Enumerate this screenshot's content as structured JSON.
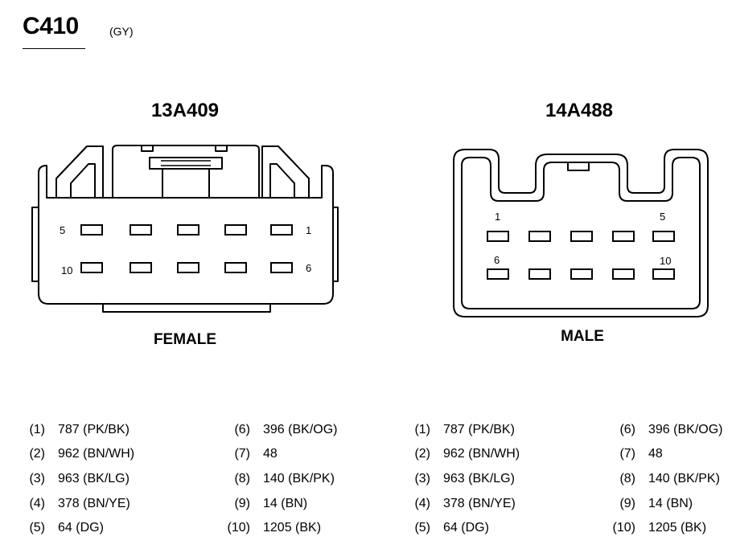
{
  "header": {
    "connector_id": "C410",
    "color_code": "(GY)"
  },
  "female": {
    "part_number": "13A409",
    "gender_label": "FEMALE",
    "pin_labels": {
      "top_left": "5",
      "top_right": "1",
      "bottom_left": "10",
      "bottom_right": "6"
    }
  },
  "male": {
    "part_number": "14A488",
    "gender_label": "MALE",
    "pin_labels": {
      "top_left": "1",
      "top_right": "5",
      "bottom_left": "6",
      "bottom_right": "10"
    }
  },
  "pinouts": {
    "female_col1": [
      {
        "num": "(1)",
        "circuit": "787 (PK/BK)"
      },
      {
        "num": "(2)",
        "circuit": "962 (BN/WH)"
      },
      {
        "num": "(3)",
        "circuit": "963 (BK/LG)"
      },
      {
        "num": "(4)",
        "circuit": "378 (BN/YE)"
      },
      {
        "num": "(5)",
        "circuit": "64 (DG)"
      }
    ],
    "female_col2": [
      {
        "num": "(6)",
        "circuit": "396 (BK/OG)"
      },
      {
        "num": "(7)",
        "circuit": "48"
      },
      {
        "num": "(8)",
        "circuit": "140 (BK/PK)"
      },
      {
        "num": "(9)",
        "circuit": "14 (BN)"
      },
      {
        "num": "(10)",
        "circuit": "1205 (BK)"
      }
    ],
    "male_col1": [
      {
        "num": "(1)",
        "circuit": "787 (PK/BK)"
      },
      {
        "num": "(2)",
        "circuit": "962 (BN/WH)"
      },
      {
        "num": "(3)",
        "circuit": "963 (BK/LG)"
      },
      {
        "num": "(4)",
        "circuit": "378 (BN/YE)"
      },
      {
        "num": "(5)",
        "circuit": "64 (DG)"
      }
    ],
    "male_col2": [
      {
        "num": "(6)",
        "circuit": "396 (BK/OG)"
      },
      {
        "num": "(7)",
        "circuit": "48"
      },
      {
        "num": "(8)",
        "circuit": "140 (BK/PK)"
      },
      {
        "num": "(9)",
        "circuit": "14 (BN)"
      },
      {
        "num": "(10)",
        "circuit": "1205 (BK)"
      }
    ]
  }
}
